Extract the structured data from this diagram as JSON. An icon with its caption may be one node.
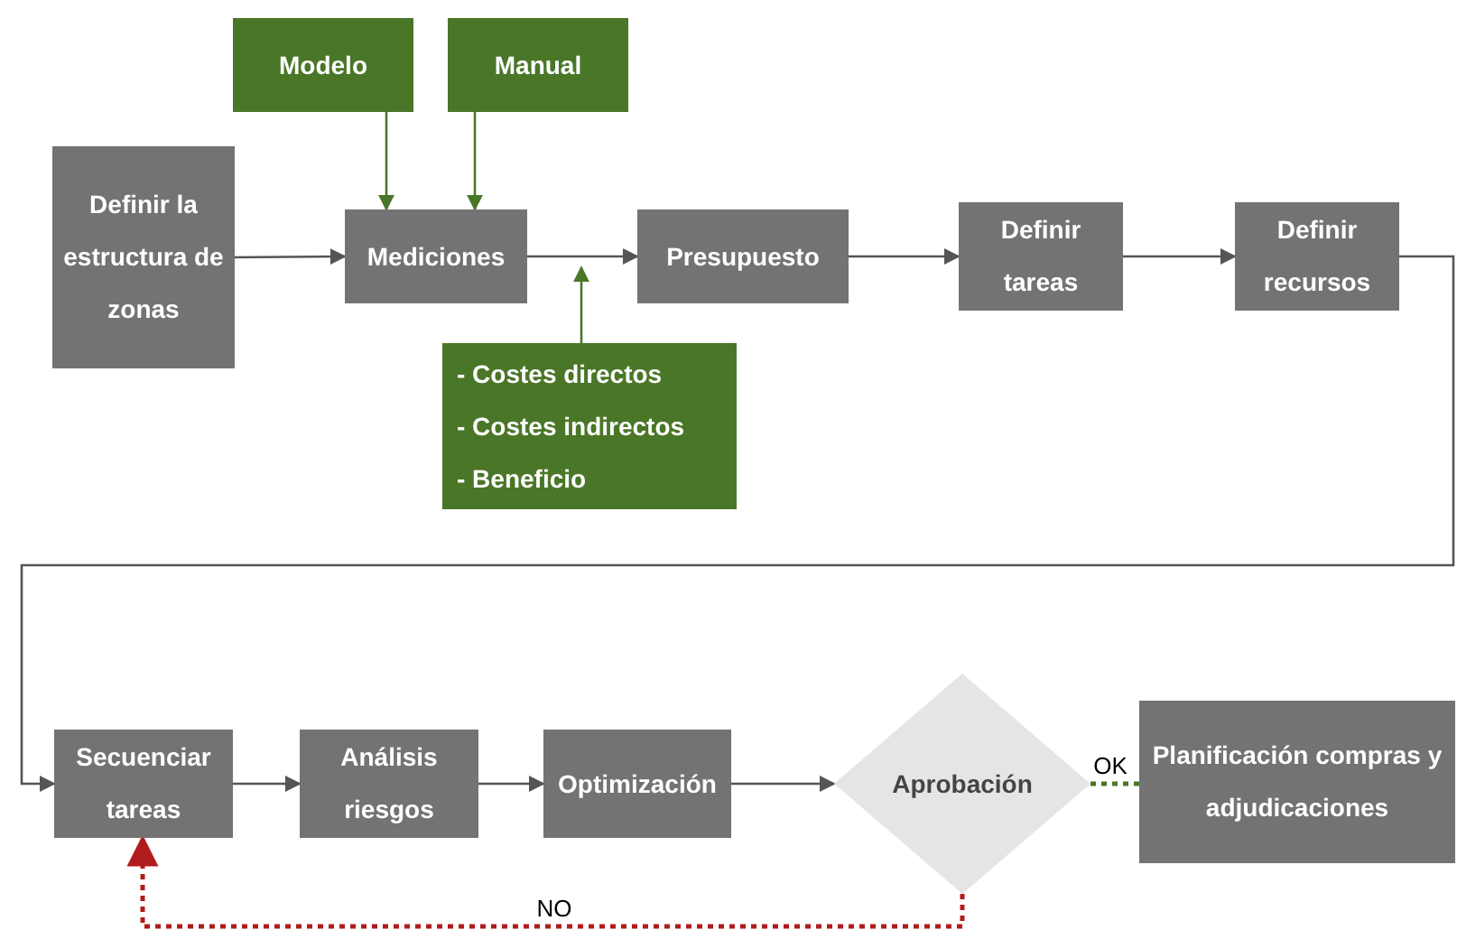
{
  "diagram": {
    "nodes": [
      {
        "text": [
          "Definir la estructura de zonas"
        ]
      },
      {
        "text": [
          "Modelo"
        ]
      },
      {
        "text": [
          "Manual"
        ]
      },
      {
        "text": [
          "Mediciones"
        ]
      },
      {
        "text": [
          "Presupuesto"
        ]
      },
      {
        "text": [
          "- Costes directos",
          "- Costes indirectos",
          "- Beneficio"
        ]
      },
      {
        "text": [
          "Definir tareas"
        ]
      },
      {
        "text": [
          "Definir recursos"
        ]
      },
      {
        "text": [
          "Secuenciar tareas"
        ]
      },
      {
        "text": [
          "Análisis riesgos"
        ]
      },
      {
        "text": [
          "Optimización"
        ]
      },
      {
        "text": [
          "Aprobación"
        ]
      },
      {
        "text": [
          "Planificación compras y adjudicaciones"
        ]
      }
    ],
    "edges": [
      {
        "from": 0,
        "to": 3,
        "arrow": "to"
      },
      {
        "from": 1,
        "to": 3,
        "arrow": "to",
        "color": "#4a7628"
      },
      {
        "from": 2,
        "to": 3,
        "arrow": "to",
        "color": "#4a7628"
      },
      {
        "from": 3,
        "to": 4,
        "arrow": "to"
      },
      {
        "from": 5,
        "to": null,
        "arrow": "to",
        "color": "#4a7628"
      },
      {
        "from": 4,
        "to": 6,
        "arrow": "to"
      },
      {
        "from": 6,
        "to": 7,
        "arrow": "to"
      },
      {
        "from": 7,
        "to": 8,
        "arrow": "to"
      },
      {
        "from": 8,
        "to": 9,
        "arrow": "to"
      },
      {
        "from": 9,
        "to": 10,
        "arrow": "to"
      },
      {
        "from": 10,
        "to": 11,
        "arrow": "to"
      },
      {
        "from": 11,
        "to": 12,
        "arrow": "none",
        "label": "OK",
        "style": "dashed",
        "color": "#4a7628"
      },
      {
        "from": 11,
        "to": 8,
        "arrow": "to",
        "label": "NO",
        "style": "dashed",
        "color": "#b01c1c"
      }
    ]
  }
}
